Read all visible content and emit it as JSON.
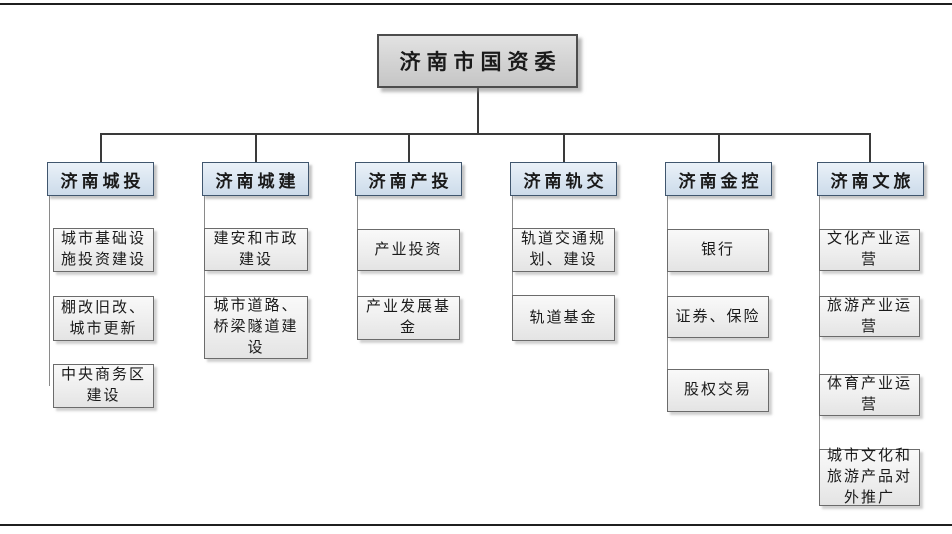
{
  "root": {
    "label": "济南市国资委"
  },
  "branches": [
    {
      "label": "济南城投",
      "children": [
        "城市基础设\n施投资建设",
        "棚改旧改、\n城市更新",
        "中央商务区\n建设"
      ]
    },
    {
      "label": "济南城建",
      "children": [
        "建安和市政\n建设",
        "城市道路、\n桥梁隧道建\n设"
      ]
    },
    {
      "label": "济南产投",
      "children": [
        "产业投资",
        "产业发展基\n金"
      ]
    },
    {
      "label": "济南轨交",
      "children": [
        "轨道交通规\n划、建设",
        "轨道基金"
      ]
    },
    {
      "label": "济南金控",
      "children": [
        "银行",
        "证券、保险",
        "股权交易"
      ]
    },
    {
      "label": "济南文旅",
      "children": [
        "文化产业运\n营",
        "旅游产业运\n营",
        "体育产业运\n营",
        "城市文化和\n旅游产品对\n外推广"
      ]
    }
  ],
  "colors": {
    "root_fill": "#d2d2d2",
    "branch_fill": "#dce6f1",
    "leaf_fill": "#ededed",
    "connector": "#3a3a3a",
    "hang_connector": "#8a8a8a",
    "rule": "#1f1f1f"
  }
}
